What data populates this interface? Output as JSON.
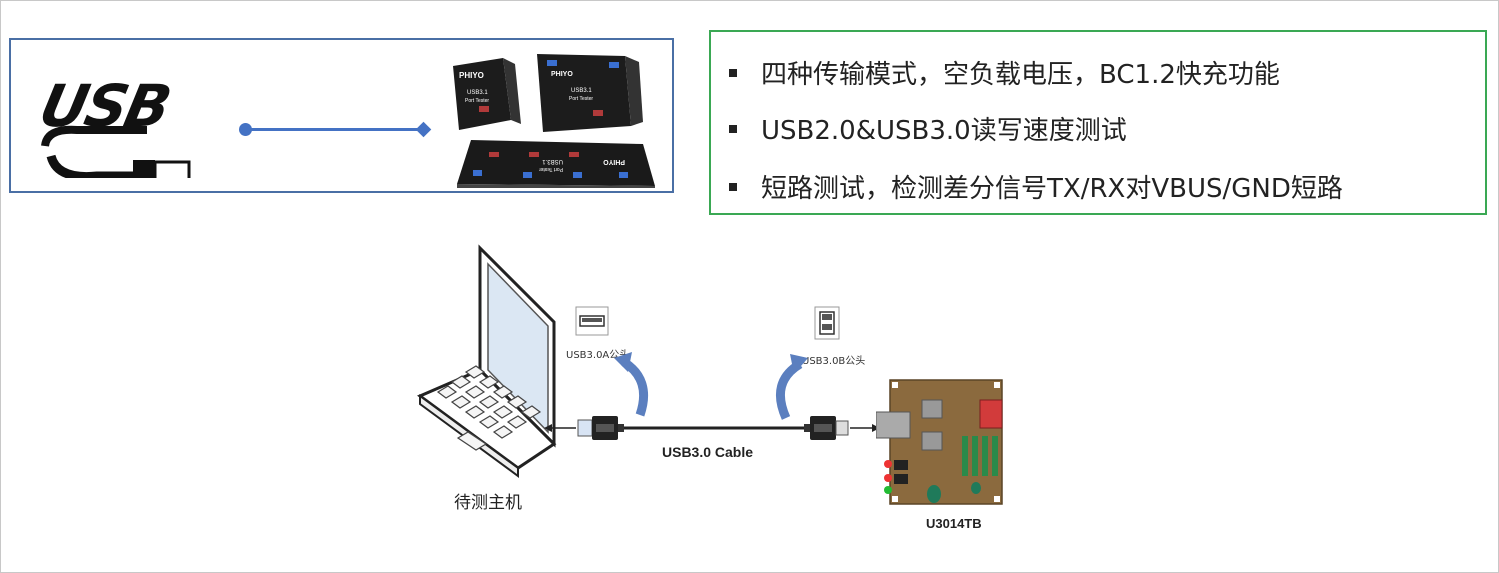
{
  "usb_logo": {
    "text": "USB"
  },
  "device_photo": {
    "brand": "PHIYO",
    "unit_title": "USB3.1",
    "unit_subtitle": "Port Tester"
  },
  "features": [
    "四种传输模式，空负载电压，BC1.2快充功能",
    "USB2.0&USB3.0读写速度测试",
    "短路测试，检测差分信号TX/RX对VBUS/GND短路"
  ],
  "diagram": {
    "connector_a_label": "USB3.0A公头",
    "connector_b_label": "USB3.0B公头",
    "cable_label": "USB3.0 Cable",
    "host_label": "待测主机",
    "board_label": "U3014TB"
  },
  "colors": {
    "usb_box_border": "#4a6fa5",
    "features_border": "#3aa854",
    "connector_line": "#4472c4",
    "board": "#8b6a3e"
  }
}
